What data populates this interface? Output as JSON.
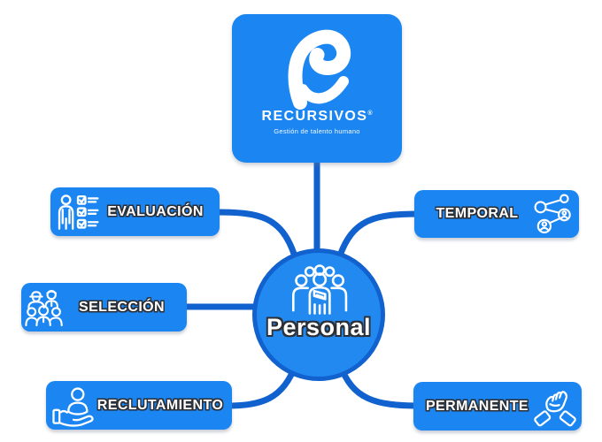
{
  "brand_node": {
    "name": "RECURSIVOS",
    "registered": "®",
    "tagline": "Gestión de talento humano"
  },
  "center_node": {
    "label": "Personal"
  },
  "branches": {
    "evaluacion": {
      "label": "EVALUACIÓN"
    },
    "seleccion": {
      "label": "SELECCIÓN"
    },
    "reclutamiento": {
      "label": "RECLUTAMIENTO"
    },
    "temporal": {
      "label": "TEMPORAL"
    },
    "permanente": {
      "label": "PERMANENTE"
    }
  },
  "icons": {
    "brand": "recursivos-e-logo",
    "center": "people-group-icon",
    "evaluacion": "person-checklist-icon",
    "seleccion": "candidates-crowd-icon",
    "reclutamiento": "hand-holding-person-icon",
    "temporal": "network-people-icon",
    "permanente": "handshake-icon"
  },
  "colors": {
    "primary_blue": "#1B86F2",
    "dark_blue": "#1161CE",
    "circle_fill": "#2189F0",
    "text_white": "#FFFFFF",
    "label_outline": "#2C2F36",
    "background": "#FFFFFF"
  }
}
